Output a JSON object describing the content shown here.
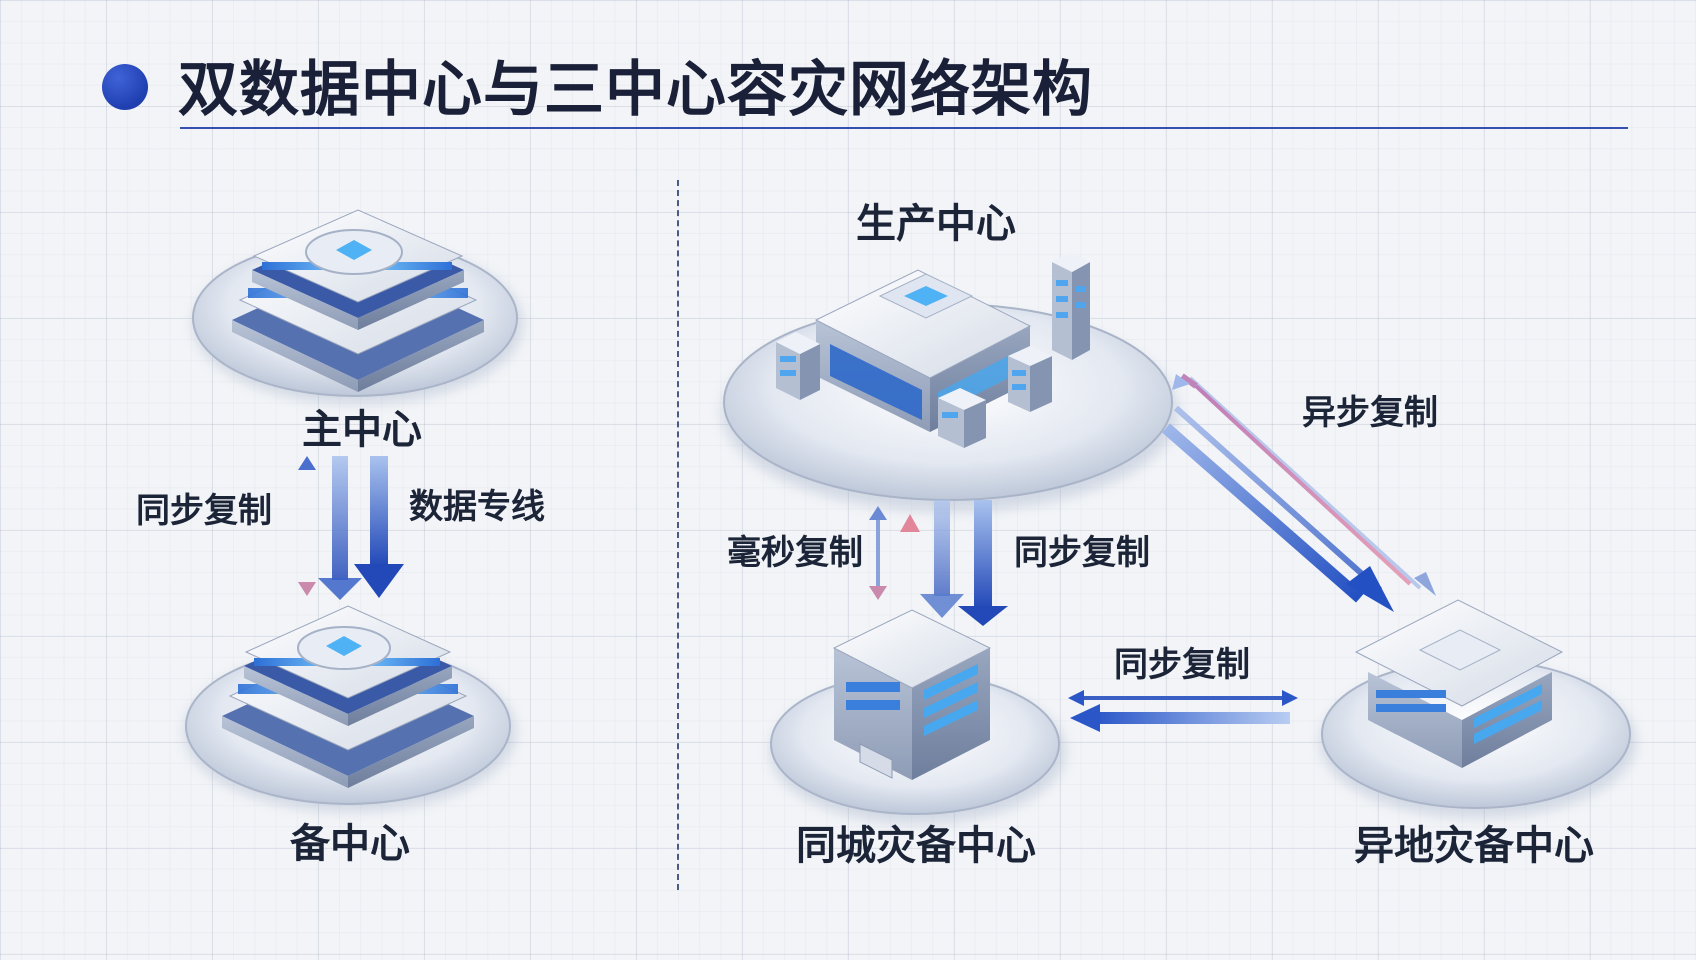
{
  "title": "双数据中心与三中心容灾网络架构",
  "dual_center": {
    "primary": "主中心",
    "backup": "备中心",
    "link_left": "同步复制",
    "link_right": "数据专线"
  },
  "three_center": {
    "production": "生产中心",
    "same_city": "同城灾备中心",
    "remote": "异地灾备中心",
    "link_prod_samecity_left": "毫秒复制",
    "link_prod_samecity_right": "同步复制",
    "link_prod_remote": "异步复制",
    "link_samecity_remote": "同步复制"
  },
  "colors": {
    "accent": "#2a56c8",
    "arrow_light": "#5a88e0",
    "arrow_pink": "#d89ab8",
    "building": "#c9d2e0",
    "screen": "#47a8f0"
  }
}
